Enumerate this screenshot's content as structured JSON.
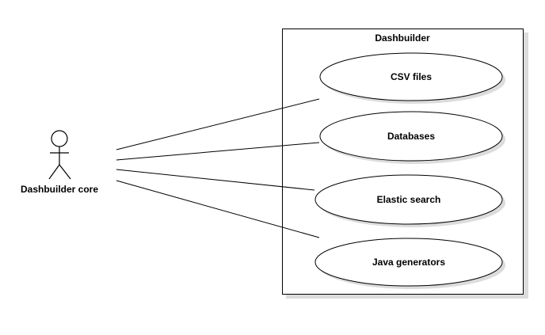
{
  "system": {
    "title": "Dashbuilder"
  },
  "actor": {
    "name": "Dashbuilder core"
  },
  "use_cases": [
    {
      "label": "CSV files"
    },
    {
      "label": "Databases"
    },
    {
      "label": "Elastic search"
    },
    {
      "label": "Java generators"
    }
  ],
  "colors": {
    "stroke": "#000000",
    "shadow": "#dcdcdc",
    "fill": "#ffffff"
  }
}
